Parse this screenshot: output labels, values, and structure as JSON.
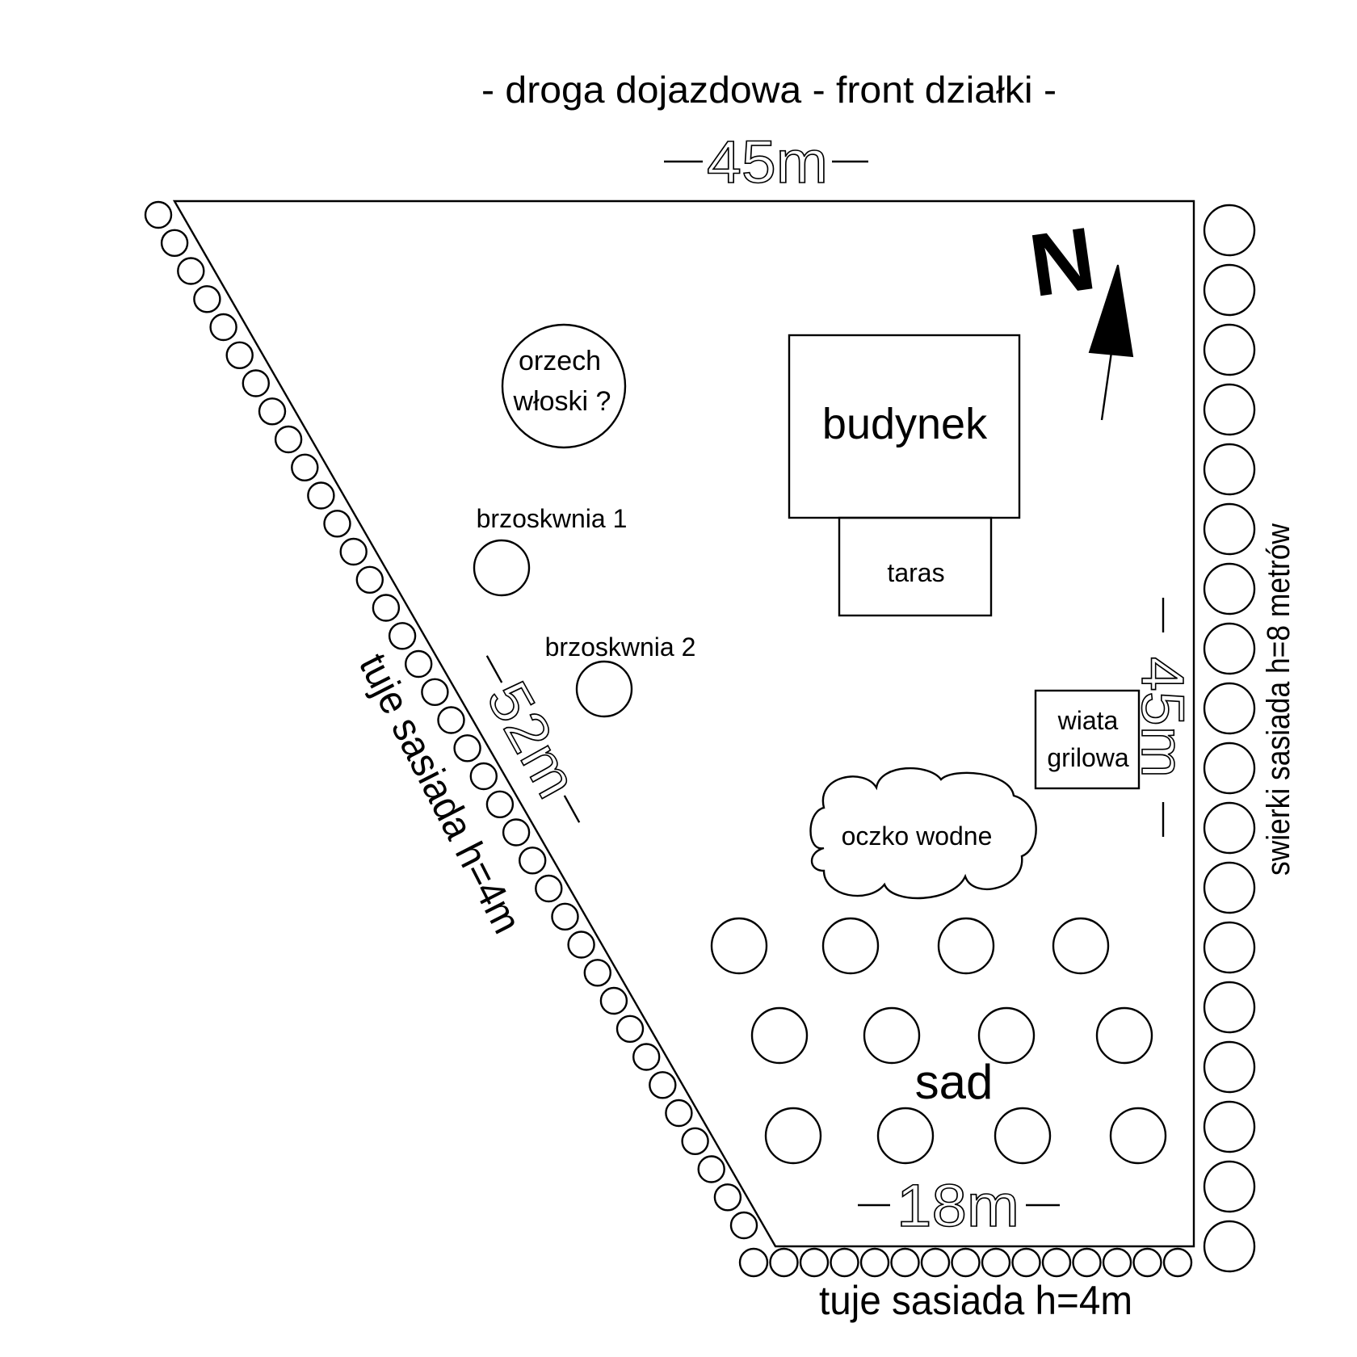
{
  "header": {
    "road_label": "- droga dojazdowa - front działki -"
  },
  "dimensions": {
    "top": "45m",
    "left_diagonal": "52m",
    "right": "45m",
    "bottom": "18m"
  },
  "compass": {
    "label": "N"
  },
  "features": {
    "walnut_line1": "orzech",
    "walnut_line2": "włoski ?",
    "peach1": "brzoskwnia 1",
    "peach2": "brzoskwnia 2",
    "building": "budynek",
    "terrace": "taras",
    "bbq_line1": "wiata",
    "bbq_line2": "grilowa",
    "pond": "oczko wodne",
    "orchard": "sad"
  },
  "hedges": {
    "left_diagonal": "tuje sasiada h=4m",
    "bottom": "tuje sasiada h=4m",
    "right": "swierki sasiada h=8 metrów"
  }
}
